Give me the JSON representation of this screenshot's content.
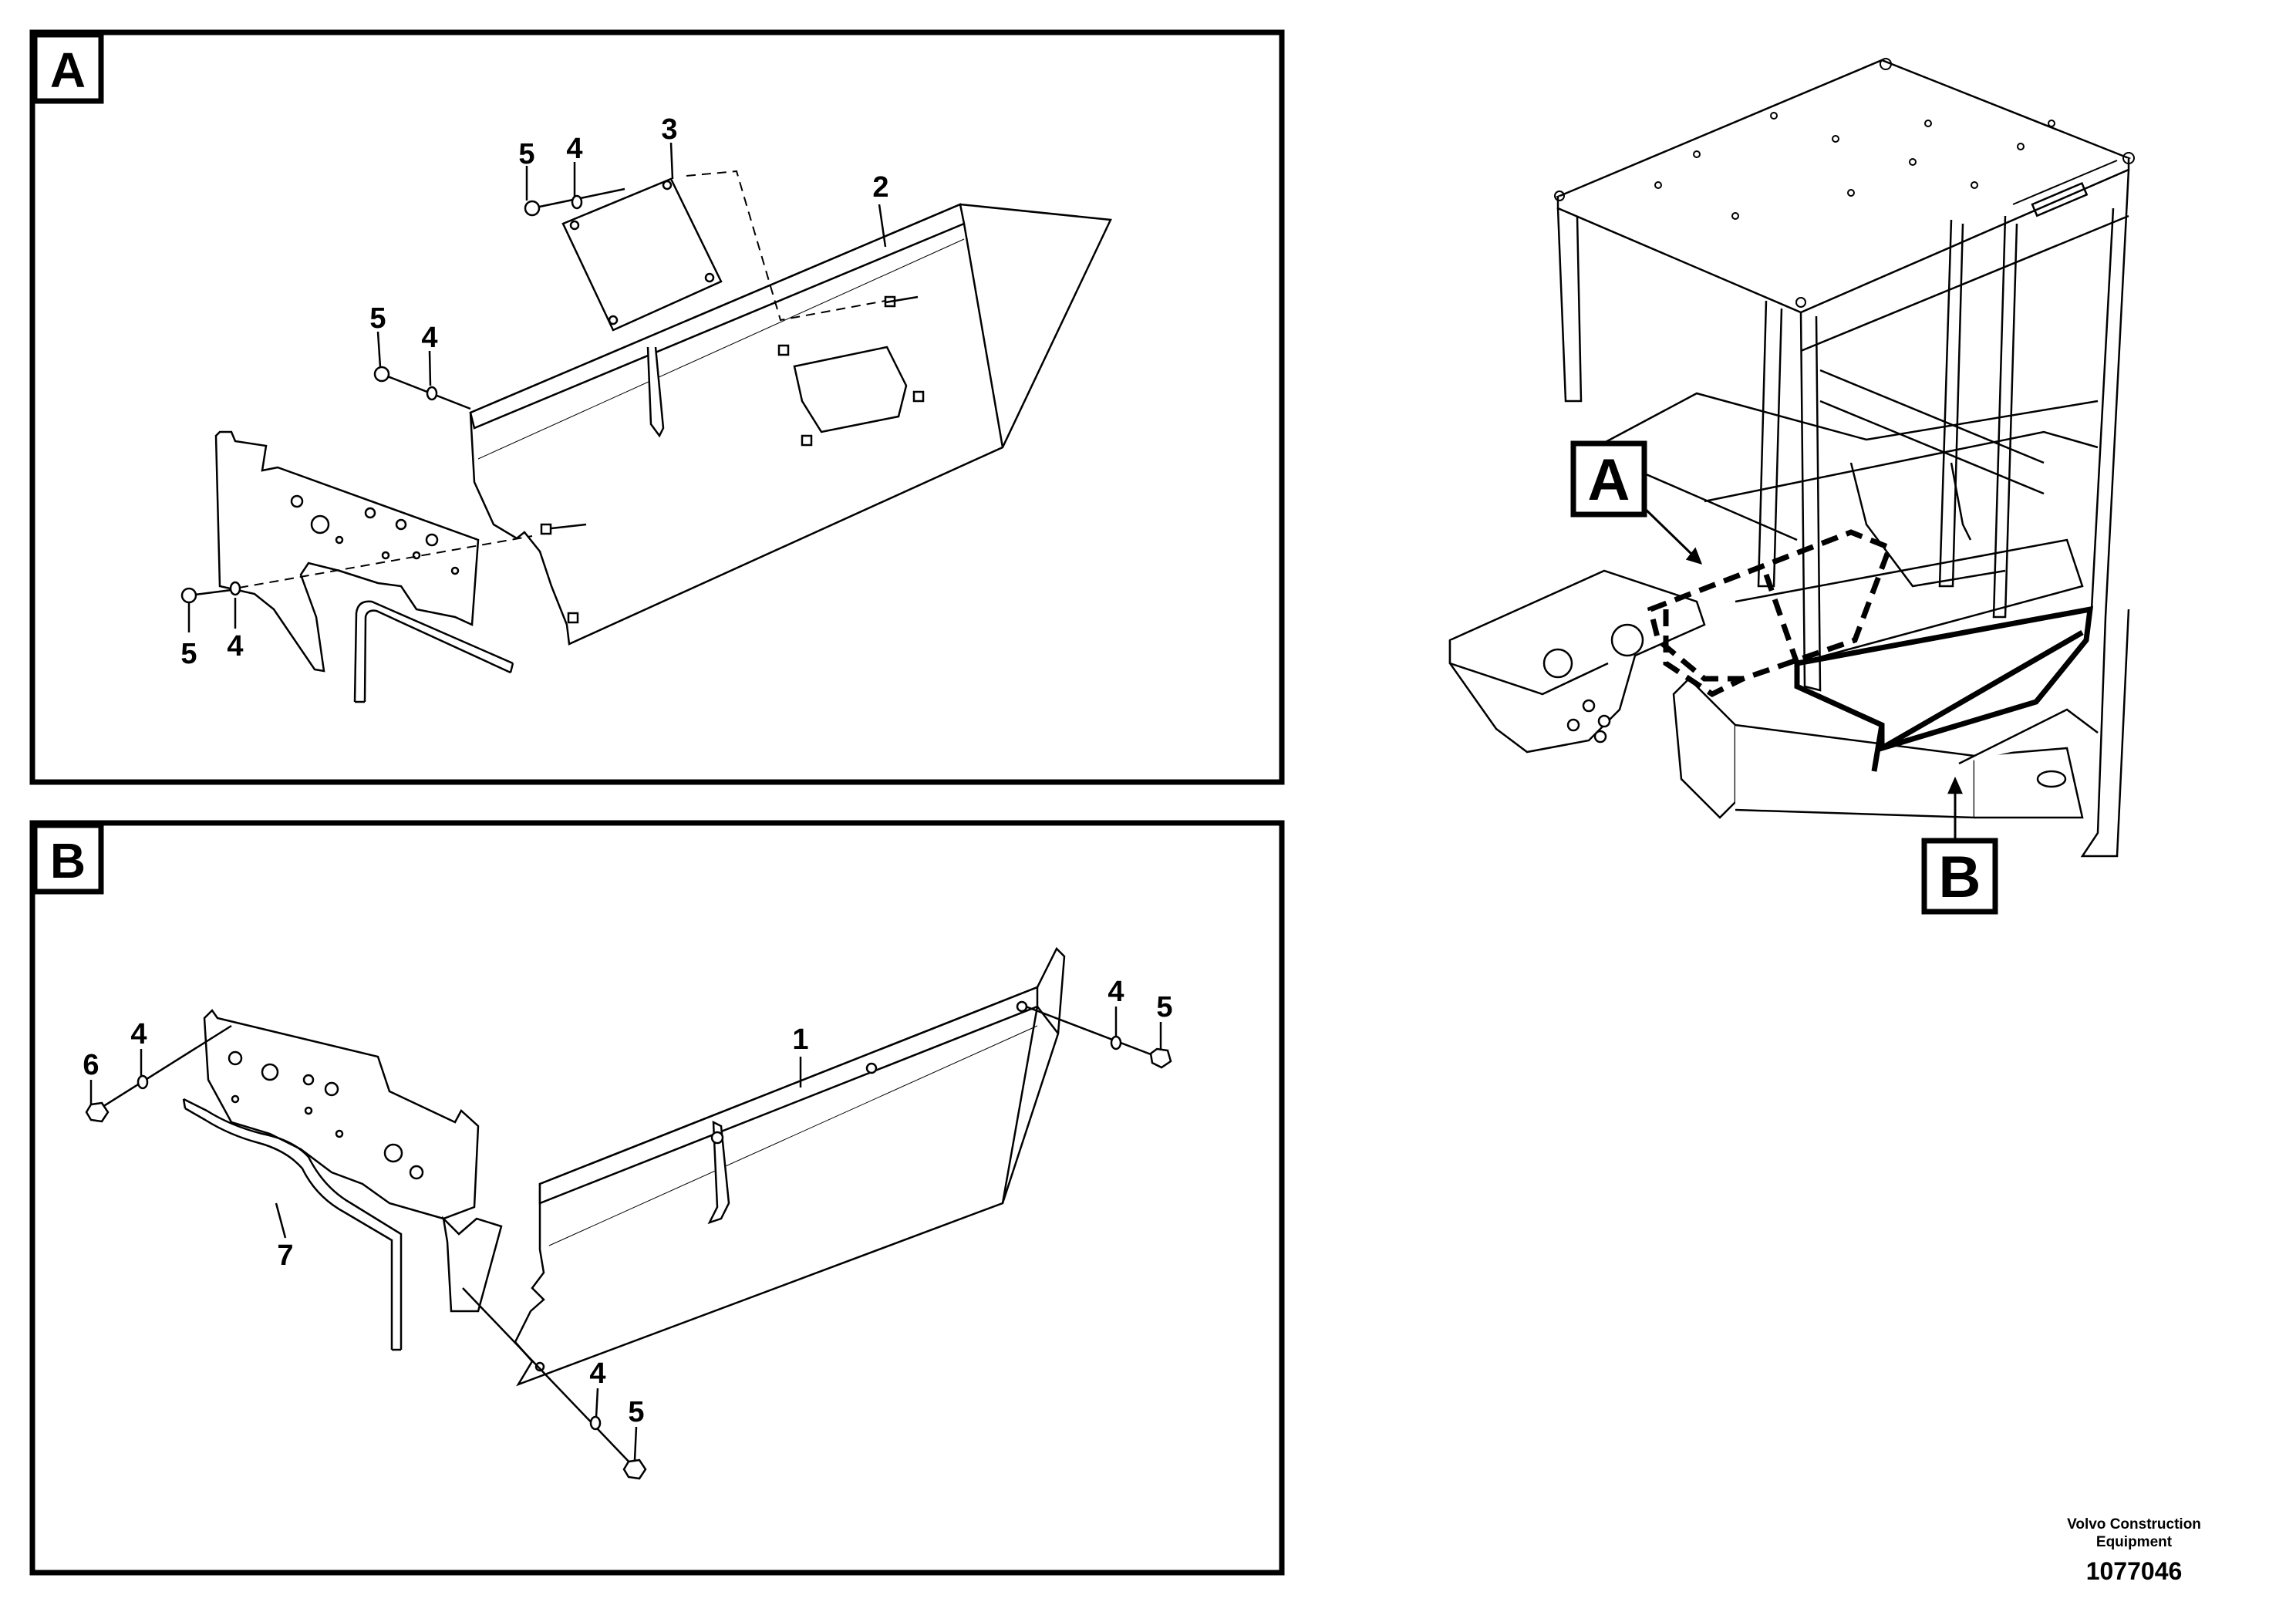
{
  "panels": {
    "a": {
      "label": "A"
    },
    "b": {
      "label": "B"
    }
  },
  "callouts": {
    "a_1": "5",
    "a_2": "4",
    "a_3": "3",
    "a_4": "2",
    "a_5": "5",
    "a_6": "4",
    "a_7": "5",
    "a_8": "4",
    "b_1": "1",
    "b_2": "4",
    "b_3": "5",
    "b_4": "6",
    "b_5": "4",
    "b_6": "7",
    "b_7": "4",
    "b_8": "5"
  },
  "overview": {
    "label_a": "A",
    "label_b": "B"
  },
  "footer": {
    "company": "Volvo Construction Equipment",
    "doc_number": "1077046"
  }
}
